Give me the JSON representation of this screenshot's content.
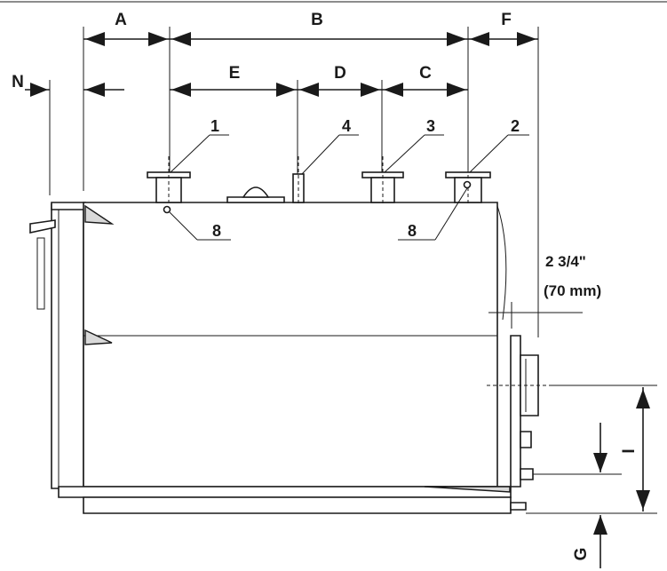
{
  "dimension_labels": {
    "a": "A",
    "b": "B",
    "c": "C",
    "d": "D",
    "e": "E",
    "f": "F",
    "g": "G",
    "i": "I",
    "n": "N"
  },
  "callouts": {
    "c1": "1",
    "c2": "2",
    "c3": "3",
    "c4": "4",
    "c8_left": "8",
    "c8_right": "8"
  },
  "offset_note": {
    "line1": "2 3/4\"",
    "line2": "(70 mm)"
  }
}
